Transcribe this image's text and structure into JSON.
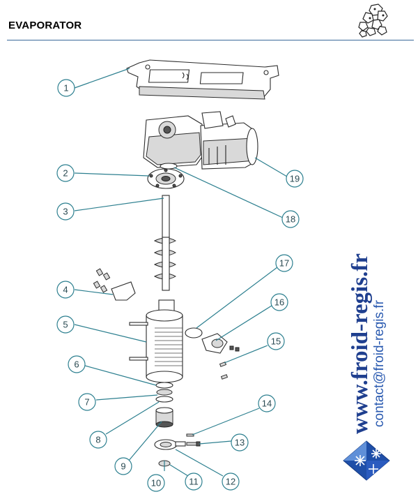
{
  "header": {
    "title": "EVAPORATOR"
  },
  "callouts": [
    {
      "id": 1,
      "label": "1"
    },
    {
      "id": 2,
      "label": "2"
    },
    {
      "id": 3,
      "label": "3"
    },
    {
      "id": 4,
      "label": "4"
    },
    {
      "id": 5,
      "label": "5"
    },
    {
      "id": 6,
      "label": "6"
    },
    {
      "id": 7,
      "label": "7"
    },
    {
      "id": 8,
      "label": "8"
    },
    {
      "id": 9,
      "label": "9"
    },
    {
      "id": 10,
      "label": "10"
    },
    {
      "id": 11,
      "label": "11"
    },
    {
      "id": 12,
      "label": "12"
    },
    {
      "id": 13,
      "label": "13"
    },
    {
      "id": 14,
      "label": "14"
    },
    {
      "id": 15,
      "label": "15"
    },
    {
      "id": 16,
      "label": "16"
    },
    {
      "id": 17,
      "label": "17"
    },
    {
      "id": 18,
      "label": "18"
    },
    {
      "id": 19,
      "label": "19"
    }
  ],
  "watermark": {
    "url": "www.froid-regis.fr",
    "contact": "contact@froid-regis.fr"
  },
  "colors": {
    "callout_stroke": "#2c7f8f",
    "header_rule": "#3a6a9a",
    "watermark_blue": "#1f3f8f",
    "badge_blue": "#1f4fa8"
  },
  "icons": {
    "logo": "ice-cubes-logo",
    "badge": "snowflake-badge"
  }
}
